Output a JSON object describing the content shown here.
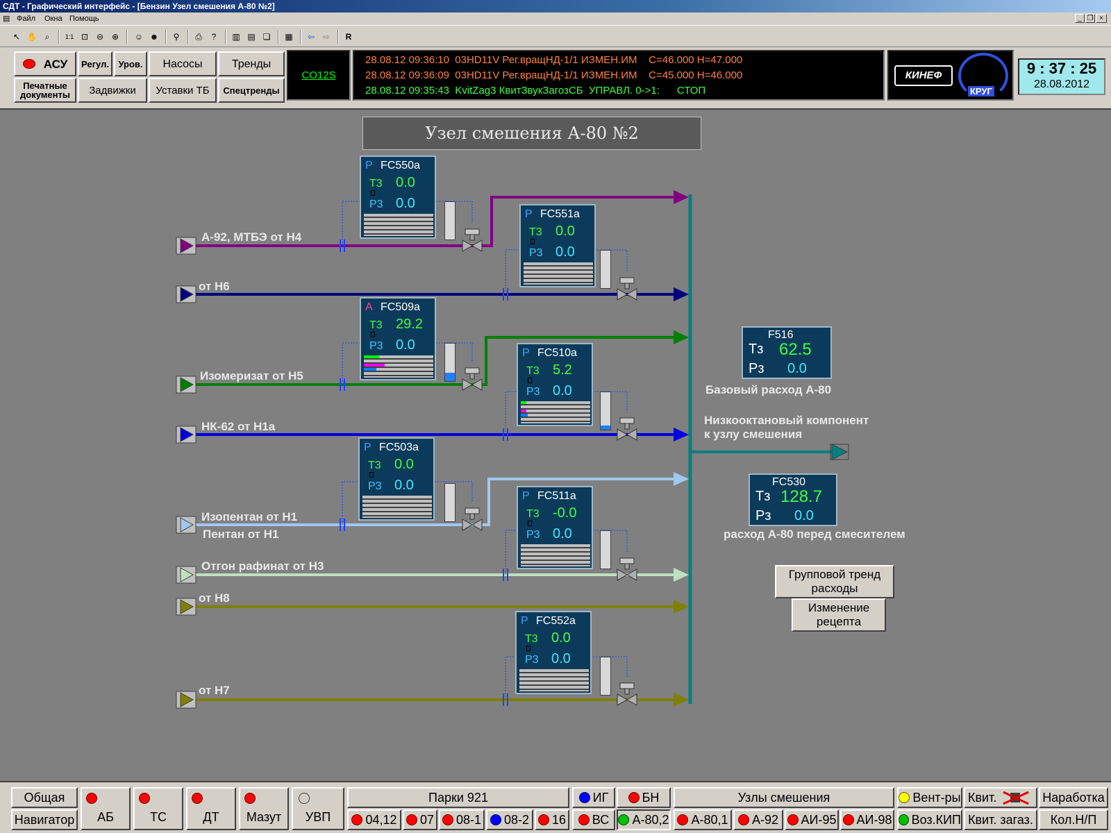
{
  "window": {
    "title": "СДТ - Графический интерфейс - [Бензин Узел смешения А-80 №2]",
    "menu": [
      "Файл",
      "Окна",
      "Помощь"
    ],
    "toolbar_r": "R"
  },
  "header": {
    "buttons": {
      "asu": "АСУ",
      "regul": "Регул.",
      "urov": "Уров.",
      "nasosy": "Насосы",
      "trendy": "Тренды",
      "print_docs": "Печатные документы",
      "zadvizhki": "Задвижки",
      "ustavki": "Уставки ТБ",
      "spectrendy": "Спецтренды"
    },
    "co12s": "CO12S",
    "messages": [
      {
        "text": "28.08.12 09:36:10  03HD11V Рег.вращНД-1/1 ИЗМЕН.ИМ    С=46.000 Н=47.000",
        "color": "#ff8040"
      },
      {
        "text": "28.08.12 09:36:09  03HD11V Рег.вращНД-1/1 ИЗМЕН.ИМ    С=45.000 Н=46.000",
        "color": "#ff8040"
      },
      {
        "text": "28.08.12 09:35:43  KvitZag3 КвитЗвукЗагозСБ  УПРАВЛ. 0->1:      СТОП",
        "color": "#40ff40"
      }
    ],
    "logo_kinef": "КИНЕФ",
    "logo_krug": "КРУГ",
    "clock_time": "9 : 37 : 25",
    "clock_date": "28.08.2012"
  },
  "scheme": {
    "title": "Узел смешения А-80 №2",
    "inputs": [
      {
        "label": "А-92, МТБЭ от Н4",
        "color": "#800080"
      },
      {
        "label": "от Н6",
        "color": "#000080"
      },
      {
        "label": "Изомеризат от Н5",
        "color": "#008000"
      },
      {
        "label": "НК-62 от Н1а",
        "color": "#0000e0"
      },
      {
        "label": "Изопентан от Н1",
        "color": "#a0c8f0"
      },
      {
        "label": "Пентан от Н1",
        "color": "#a0c8f0"
      },
      {
        "label": "Отгон рафинат от Н3",
        "color": "#c0e0c0"
      },
      {
        "label": "от Н8",
        "color": "#808000"
      },
      {
        "label": "от Н7",
        "color": "#808000"
      }
    ],
    "controllers": [
      {
        "mode": "P",
        "tag": "FC550a",
        "tz_label": "Т3",
        "tz": "0.0",
        "rz_label": "Р3",
        "rz": "0.0"
      },
      {
        "mode": "P",
        "tag": "FC551a",
        "tz_label": "Т3",
        "tz": "0.0",
        "rz_label": "Р3",
        "rz": "0.0"
      },
      {
        "mode": "А",
        "tag": "FC509a",
        "tz_label": "Т3",
        "tz": "29.2",
        "rz_label": "Р3",
        "rz": "0.0"
      },
      {
        "mode": "P",
        "tag": "FC510a",
        "tz_label": "Т3",
        "tz": "5.2",
        "rz_label": "Р3",
        "rz": "0.0"
      },
      {
        "mode": "P",
        "tag": "FC503a",
        "tz_label": "Т3",
        "tz": "0.0",
        "rz_label": "Р3",
        "rz": "0.0"
      },
      {
        "mode": "P",
        "tag": "FC511a",
        "tz_label": "Т3",
        "tz": "-0.0",
        "rz_label": "Р3",
        "rz": "0.0"
      },
      {
        "mode": "P",
        "tag": "FC552a",
        "tz_label": "Т3",
        "tz": "0.0",
        "rz_label": "Р3",
        "rz": "0.0"
      }
    ],
    "f516": {
      "tag": "F516",
      "tz_label": "Тз",
      "tz": "62.5",
      "rz_label": "Рз",
      "rz": "0.0",
      "caption": "Базовый расход А-80"
    },
    "low_octane": "Низкооктановый компонент\nк узлу смешения",
    "fc530": {
      "tag": "FC530",
      "tz_label": "Тз",
      "tz": "128.7",
      "rz_label": "Рз",
      "rz": "0.0",
      "caption": "расход А-80 перед смесителем"
    },
    "group_trend_btn": "Групповой тренд\nрасходы",
    "recipe_btn": "Изменение\nрецепта"
  },
  "bottom": {
    "obshaya": "Общая",
    "navigator": "Навигатор",
    "ab": "АБ",
    "ts": "ТС",
    "dt": "ДТ",
    "mazut": "Мазут",
    "uvp": "УВП",
    "parki": "Парки 921",
    "p0412": "04,12",
    "p07": "07",
    "p081": "08-1",
    "p082": "08-2",
    "p16": "16",
    "ig": "ИГ",
    "bn": "БН",
    "vs": "ВС",
    "a802": "А-80,2",
    "uzly": "Узлы смешения",
    "a801": "А-80,1",
    "a92": "А-92",
    "ai95": "АИ-95",
    "ai98": "АИ-98",
    "ventry": "Вент-ры",
    "kvit": "Квит.",
    "narabotka": "Наработка",
    "vozkip": "Воз.КИП",
    "kvitzag": "Квит. загаз.",
    "kolnp": "Кол.Н/П"
  },
  "colors": {
    "pipe_main": "#008080",
    "panel_bg": "#0c3a5a",
    "led_red": "#ff0000",
    "led_green": "#00c000",
    "led_blue": "#0000ff",
    "led_yellow": "#ffff00"
  }
}
